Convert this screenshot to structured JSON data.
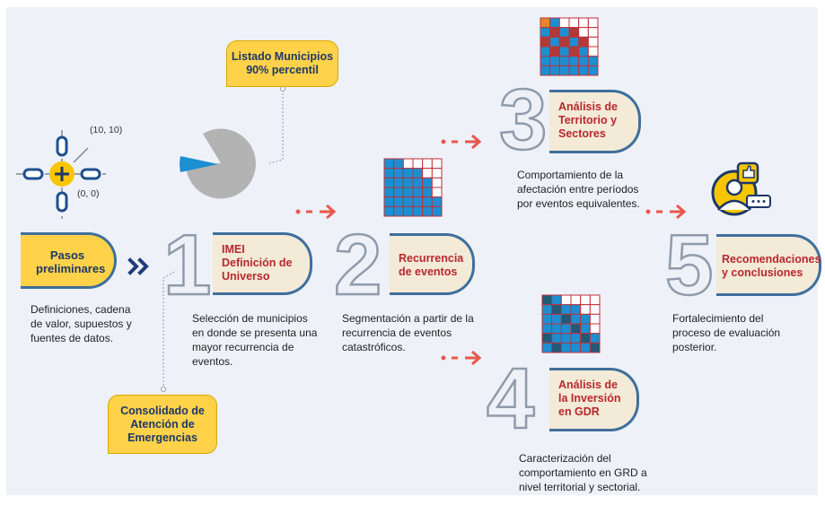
{
  "coords": {
    "top_right": "(10, 10)",
    "origin": "(0, 0)"
  },
  "pre": {
    "title": "Pasos preliminares",
    "desc": [
      "Definiciones, cadena",
      "de valor, supuestos y",
      "fuentes de datos."
    ]
  },
  "callouts": {
    "listado": [
      "Listado Municipios",
      "90% percentil"
    ],
    "consolidado": [
      "Consolidado de",
      "Atención de",
      "Emergencias"
    ]
  },
  "steps": [
    {
      "number": "1",
      "title": [
        "IMEI",
        "Definición de",
        "Universo"
      ],
      "desc": [
        "Selección de municipios",
        "en donde se presenta una",
        "mayor recurrencia de",
        "eventos."
      ]
    },
    {
      "number": "2",
      "title": [
        "Recurrencia",
        "de eventos"
      ],
      "desc": [
        "Segmentación a partir de la",
        "recurrencia de eventos",
        "catastróficos."
      ]
    },
    {
      "number": "3",
      "title": [
        "Análisis de",
        "Territorio y",
        "Sectores"
      ],
      "desc": [
        "Comportamiento de la",
        "afectación entre períodos",
        "por eventos equivalentes."
      ]
    },
    {
      "number": "4",
      "title": [
        "Análisis de",
        "la Inversión",
        "en GDR"
      ],
      "desc": [
        "Caracterización del",
        "comportamiento en GRD a",
        "nivel territorial y sectorial."
      ]
    },
    {
      "number": "5",
      "title": [
        "Recomendaciones",
        "y conclusiones"
      ],
      "desc": [
        "Fortalecimiento del",
        "proceso de evaluación",
        "posterior."
      ]
    }
  ],
  "colors": {
    "navy": "#1c3768",
    "accent_red": "#b8282e",
    "yellow": "#ffd24a",
    "pill_fill": "#f3ead7",
    "arrow_red": "#e8574a",
    "grid_blue": "#1b8fd2",
    "grid_red": "#b03a3a",
    "grid_dark": "#1f5a78"
  },
  "icons": [
    "coordinate-origin-icon",
    "pie-chart-icon",
    "grid-map-icon",
    "user-feedback-icon",
    "chevron-double-right-icon",
    "dotted-arrow-icon"
  ]
}
